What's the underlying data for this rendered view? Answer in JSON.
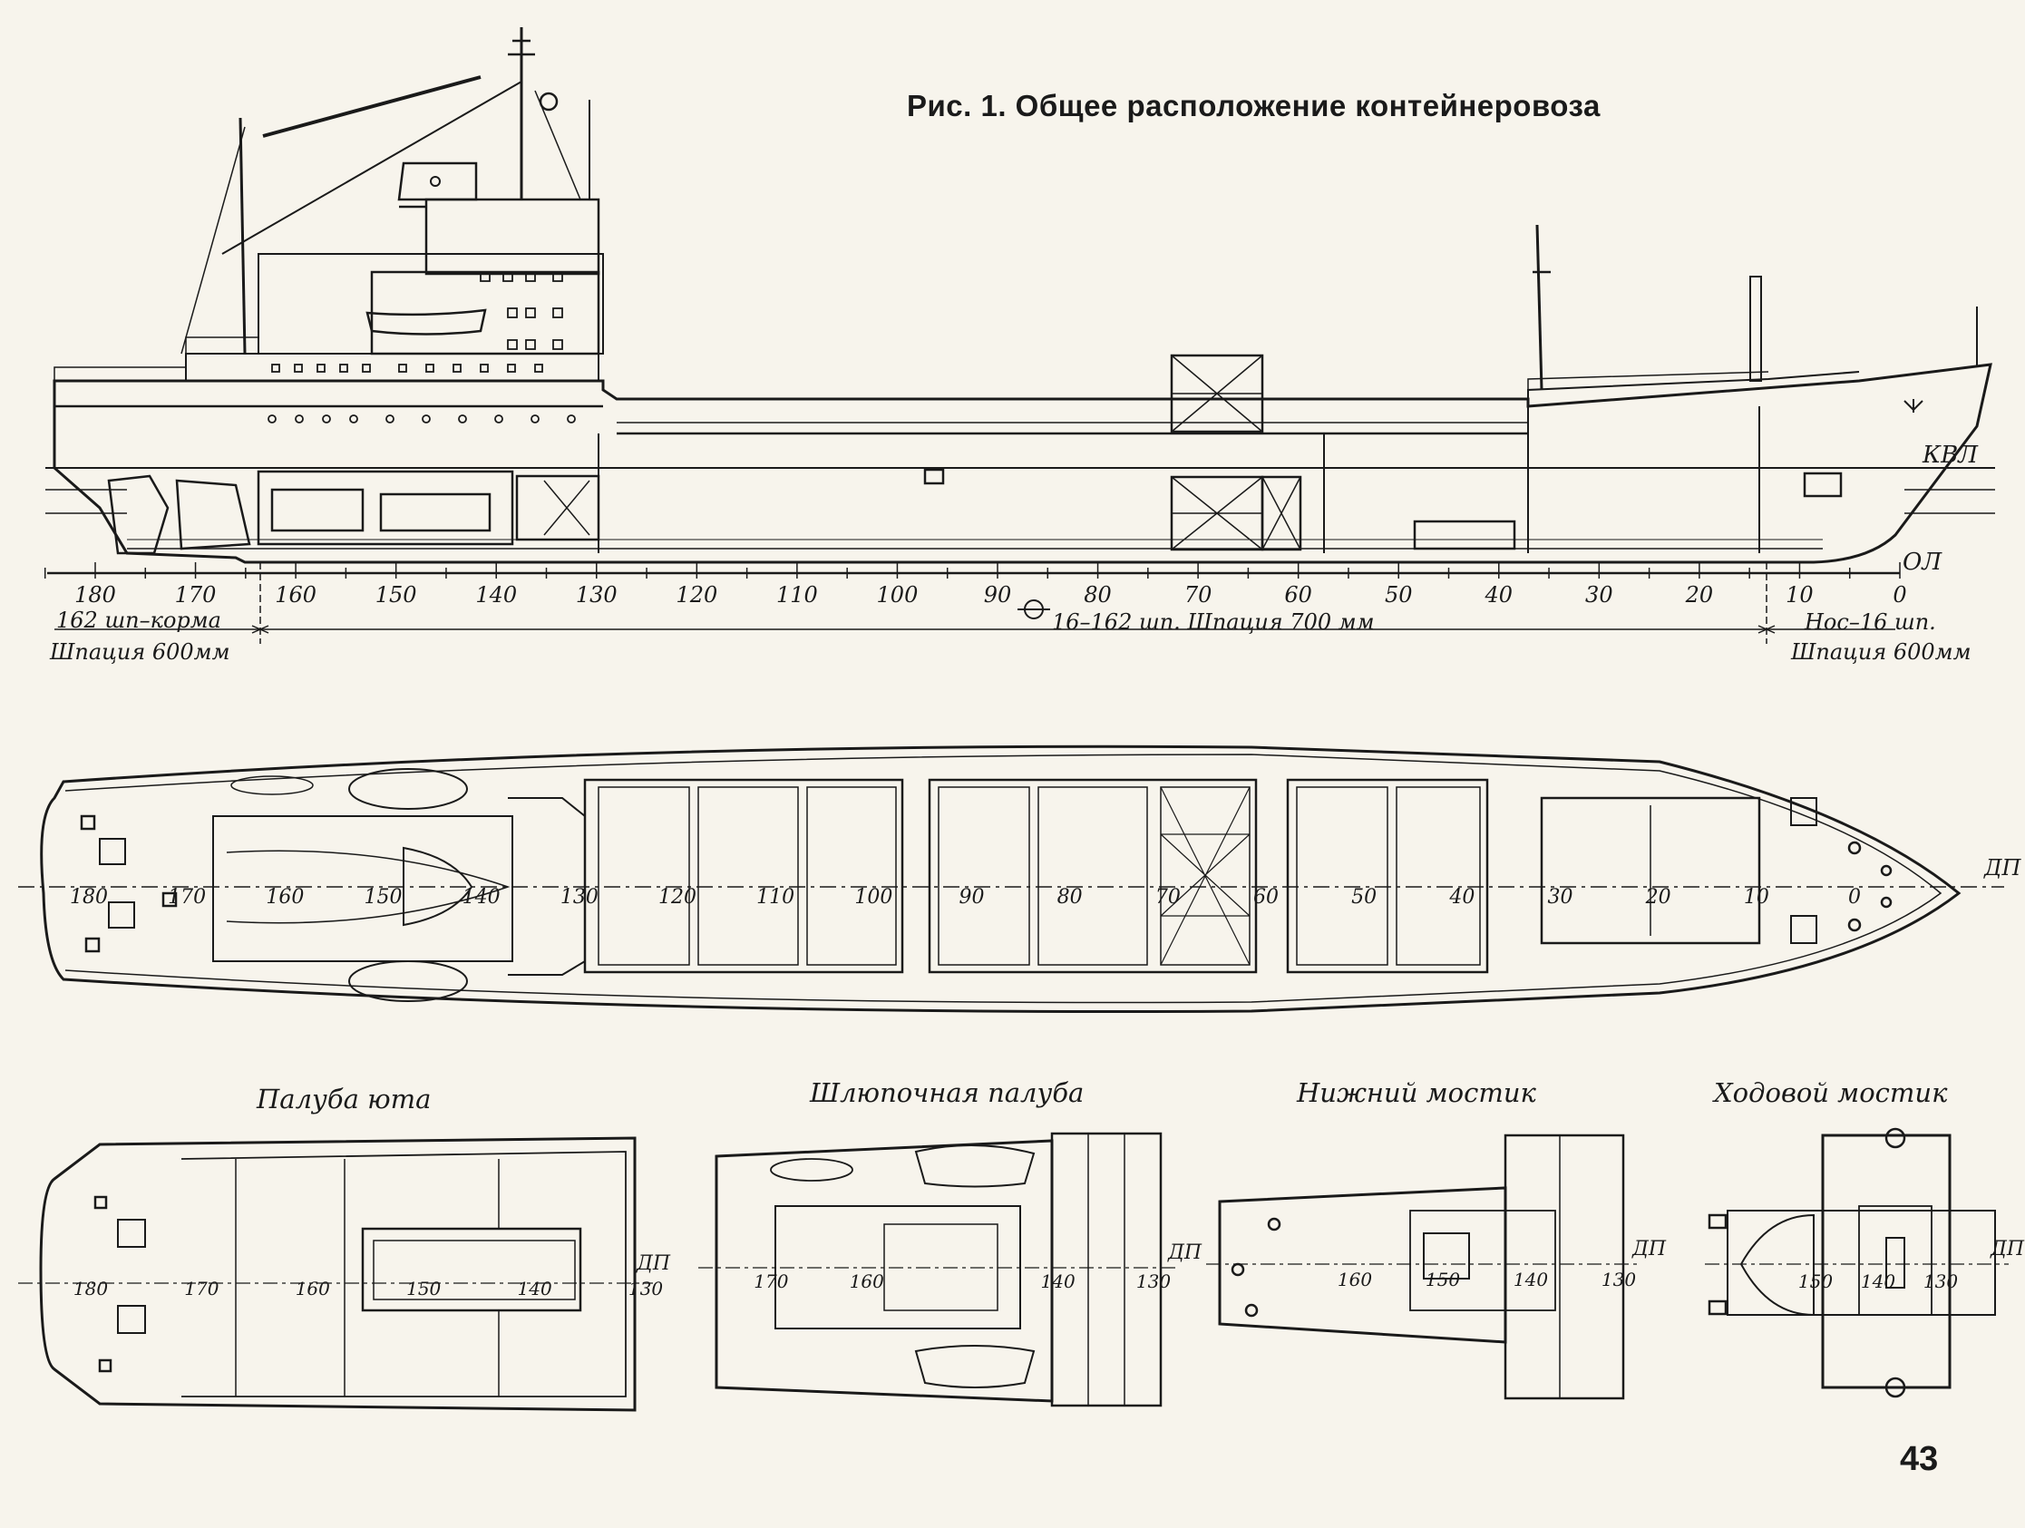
{
  "figure": {
    "title": "Рис. 1. Общее расположение контейнеровоза",
    "page_number": "43"
  },
  "profile": {
    "frame_scale_labels": [
      "180",
      "170",
      "160",
      "150",
      "140",
      "130",
      "120",
      "110",
      "100",
      "90",
      "80",
      "70",
      "60",
      "50",
      "40",
      "30",
      "20",
      "10",
      "0"
    ],
    "kvl_label": "КВЛ",
    "ol_label": "ОЛ",
    "stern_frames_note": "162 шп–корма",
    "stern_spacing_note": "Шпация 600мм",
    "mid_frames_note": "16–162 шп. Шпация 700 мм",
    "bow_frames_note": "Нос–16 шп.",
    "bow_spacing_note": "Шпация 600мм"
  },
  "main_deck_plan": {
    "frame_labels": [
      "180",
      "170",
      "160",
      "150",
      "140",
      "130",
      "120",
      "110",
      "100",
      "90",
      "80",
      "70",
      "60",
      "50",
      "40",
      "30",
      "20",
      "10",
      "0"
    ],
    "centerline_label": "ДП"
  },
  "deck_plans": [
    {
      "title": "Палуба юта",
      "frame_labels": [
        "180",
        "170",
        "160",
        "150",
        "140",
        "130"
      ],
      "centerline_label": "ДП"
    },
    {
      "title": "Шлюпочная палуба",
      "frame_labels": [
        "170",
        "160",
        "140",
        "130"
      ],
      "centerline_label": "ДП"
    },
    {
      "title": "Нижний мостик",
      "frame_labels": [
        "160",
        "150",
        "140",
        "130"
      ],
      "centerline_label": "ДП"
    },
    {
      "title": "Ходовой мостик",
      "frame_labels": [
        "150",
        "140",
        "130"
      ],
      "centerline_label": "ДП"
    }
  ],
  "colors": {
    "ink": "#1a1a1a",
    "paper": "#f7f4ec"
  }
}
